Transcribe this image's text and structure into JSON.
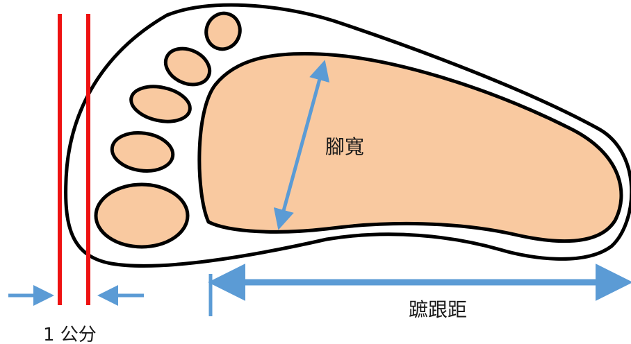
{
  "labels": {
    "foot_width": "腳寬",
    "toe_heel_distance": "蹠跟距",
    "margin": "1 公分"
  },
  "colors": {
    "outline": "#000000",
    "skin": "#f9c9a0",
    "guide_line": "#ee1111",
    "arrow": "#5b9bd5"
  }
}
